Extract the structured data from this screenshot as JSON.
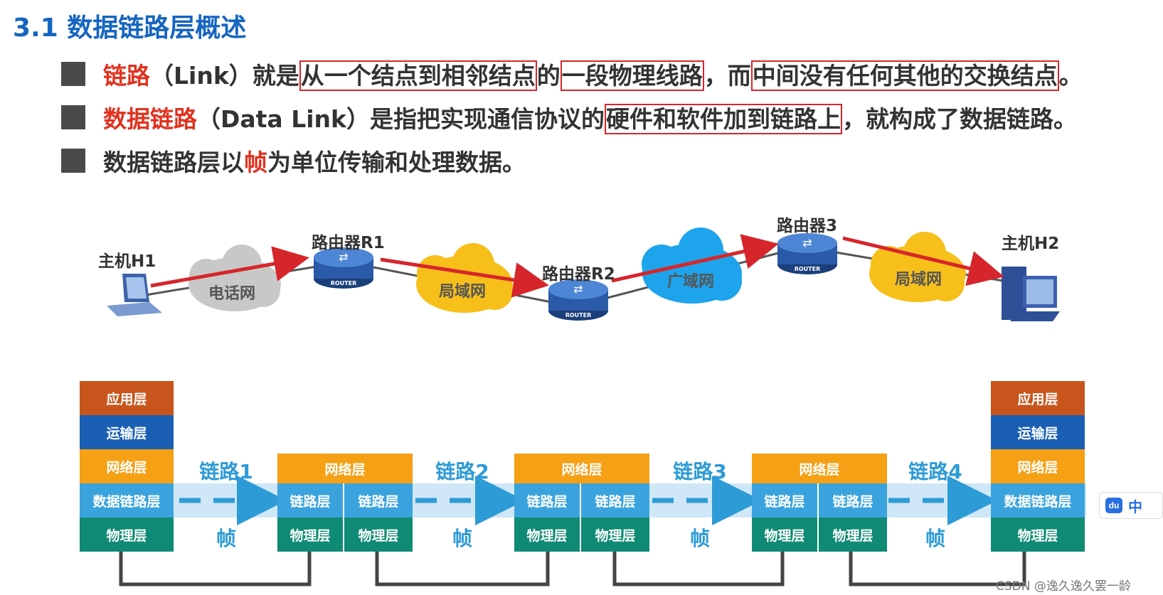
{
  "title": "3.1 数据链路层概述",
  "bullets": [
    {
      "term": "链路",
      "text_a": "（Link）就是",
      "box1": "从一个结点到相邻结点",
      "mid": "的",
      "box2": "一段物理线路",
      "text_b": "，而",
      "box3": "中间没有任何其他的交换结点",
      "end": "。"
    },
    {
      "term": "数据链路",
      "text_a": "（Data Link）是指把实现通信协议的",
      "box1": "硬件和软件加到链路上",
      "text_b": "，就构成了数据链路。"
    },
    {
      "pre": "数据链路层以",
      "term": "帧",
      "post": "为单位传输和处理数据。"
    }
  ],
  "network": {
    "host1": "主机H1",
    "host2": "主机H2",
    "r1": "路由器R1",
    "r2": "路由器R2",
    "r3": "路由器3",
    "cloud_phone": "电话网",
    "cloud_lan1": "局域网",
    "cloud_wan": "广域网",
    "cloud_lan2": "局域网",
    "router_tag": "ROUTER"
  },
  "stack_left": [
    "应用层",
    "运输层",
    "网络层",
    "数据链路层",
    "物理层"
  ],
  "stack_right": [
    "应用层",
    "运输层",
    "网络层",
    "数据链路层",
    "物理层"
  ],
  "router_stack": {
    "net": "网络层",
    "link": "链路层",
    "phy": "物理层"
  },
  "links": [
    "链路1",
    "链路2",
    "链路3",
    "链路4"
  ],
  "frame": "帧",
  "colors": {
    "app": "#c8561c",
    "transport": "#1a5fb4",
    "network": "#f5a015",
    "datalink": "#3aa3dd",
    "physical": "#0f8a74",
    "band": "#cfe7f6",
    "red": "#d6262b"
  },
  "side_widget": {
    "logo": "du",
    "text": "中"
  },
  "watermark": "CSDN @逸久逸久罢一龄"
}
